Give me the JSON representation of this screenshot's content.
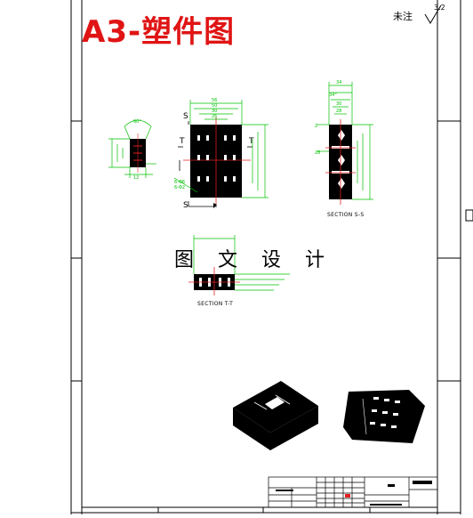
{
  "drawing": {
    "title": "A3-塑件图",
    "center_watermark": "图 文 设 计",
    "note": "未注",
    "roughness": "3.2",
    "section_s": "SECTION S-S",
    "section_t": "SECTION T-T",
    "label_s": "S",
    "label_t": "T"
  },
  "colors": {
    "frame": "#000000",
    "dimension": "#00c000",
    "title": "#e01414",
    "center": "#e02020"
  }
}
